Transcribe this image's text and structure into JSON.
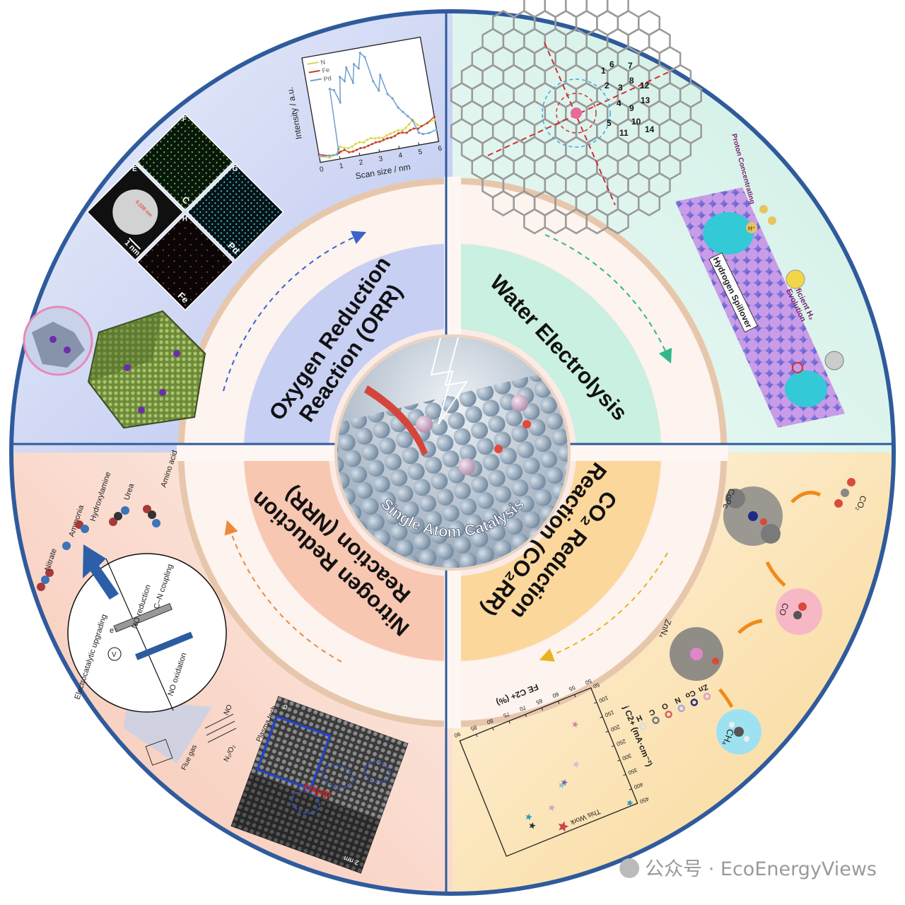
{
  "center": {
    "label": "Single Atom Catalysis"
  },
  "quadrants": {
    "orr": {
      "line1": "Oxygen Reduction",
      "line2": "Reaction (ORR)",
      "color": "#c7cff3"
    },
    "water": {
      "line1": "Water Electrolysis",
      "color": "#c9f0e0"
    },
    "nrr": {
      "line1": "Nitrogen Reduction",
      "line2": "Reaction (NRR)",
      "color": "#f8c7b1"
    },
    "co2rr": {
      "line1": "CO₂ Reduction",
      "line2": "Reaction (CO₂RR)",
      "color": "#fbd79c"
    }
  },
  "orr_panel": {
    "eds_labels": [
      "E",
      "F",
      "G",
      "H"
    ],
    "eds_elements": [
      "C",
      "Pd",
      "Fe"
    ],
    "scale_bar": "1 nm",
    "lattice_spacing": "0.228 nm"
  },
  "water_panel": {
    "site_numbers": [
      "1",
      "2",
      "3",
      "4",
      "5",
      "6",
      "7",
      "8",
      "9",
      "10",
      "11",
      "12",
      "13",
      "14"
    ],
    "proton_label": "Proton Concentrating",
    "spillover_label": "Hydrogen Spillover",
    "evolution_label_1": "Efficient H₂",
    "evolution_label_2": "Evolution",
    "proton_symbol": "H⁺"
  },
  "nrr_panel": {
    "products": [
      "Nitrate",
      "Ammonia",
      "Hydroxylamine",
      "Urea",
      "Amino acid"
    ],
    "circle_title": "Electrocatalytic upgrading",
    "no_reduction": "NO reduction",
    "cn_coupling": "C–N coupling",
    "no_oxidation": "NO oxidation",
    "electron": "e⁻",
    "voltmeter": "V",
    "flue_gas": "Flue gas",
    "plasma": "Plasma tech",
    "no_label": "NO",
    "n2o2_label": "N₂/O₂",
    "defect": "defect",
    "stem_scale": "2 nm",
    "stem_panel": "c"
  },
  "co2_panel": {
    "co2": "CO₂",
    "copc": "CoPc",
    "co": "CO",
    "znn4": "ZnN₄",
    "ch4": "CH₄",
    "legend": [
      "Zn",
      "Co",
      "N",
      "O",
      "C",
      "H"
    ],
    "legend_colors": [
      "#d9a0c8",
      "#2a2a7a",
      "#a8a8d8",
      "#d96060",
      "#777777",
      "#dddddd"
    ]
  },
  "chart_data": [
    {
      "type": "line",
      "title": "",
      "xlabel": "Scan size / nm",
      "ylabel": "Intensity / a.u.",
      "xlim": [
        0,
        6
      ],
      "ylim": [
        0,
        1.05
      ],
      "xticks": [
        "0",
        "1",
        "2",
        "3",
        "4",
        "5",
        "6"
      ],
      "x": [
        0,
        0.5,
        0.9,
        1.0,
        1.1,
        1.3,
        1.5,
        1.7,
        1.9,
        2.1,
        2.3,
        2.5,
        2.7,
        2.9,
        3.1,
        3.3,
        3.5,
        3.7,
        3.9,
        4.1,
        4.3,
        4.5,
        4.7,
        4.9,
        5.1,
        5.3,
        5.6,
        6.0
      ],
      "series": [
        {
          "name": "N",
          "color": "#d8d84a",
          "values": [
            0.06,
            0.03,
            0.05,
            0.08,
            0.12,
            0.1,
            0.09,
            0.1,
            0.12,
            0.13,
            0.12,
            0.14,
            0.15,
            0.14,
            0.14,
            0.13,
            0.15,
            0.16,
            0.17,
            0.18,
            0.17,
            0.19,
            0.22,
            0.26,
            0.2,
            0.18,
            0.2,
            0.22
          ]
        },
        {
          "name": "Fe",
          "color": "#c8402a",
          "values": [
            0.08,
            0.05,
            0.05,
            0.06,
            0.07,
            0.08,
            0.05,
            0.05,
            0.06,
            0.07,
            0.07,
            0.08,
            0.09,
            0.1,
            0.1,
            0.11,
            0.12,
            0.12,
            0.13,
            0.15,
            0.15,
            0.14,
            0.16,
            0.17,
            0.16,
            0.18,
            0.2,
            0.25
          ]
        },
        {
          "name": "Pd",
          "color": "#6f9fd0",
          "values": [
            0.06,
            0.05,
            0.05,
            0.1,
            0.7,
            0.68,
            0.55,
            0.8,
            0.75,
            0.88,
            0.72,
            0.9,
            0.85,
            1.0,
            0.95,
            0.7,
            0.6,
            0.75,
            0.55,
            0.5,
            0.4,
            0.35,
            0.3,
            0.25,
            0.12,
            0.1,
            0.1,
            0.12
          ]
        }
      ]
    },
    {
      "type": "scatter",
      "xlabel": "FE C2+ (%)",
      "ylabel": "j C2+ (mA·cm⁻²)",
      "xlim": [
        50,
        90
      ],
      "ylim": [
        50,
        450
      ],
      "xticks": [
        "50",
        "55",
        "60",
        "65",
        "70",
        "75",
        "80",
        "85",
        "90"
      ],
      "yticks": [
        "50",
        "100",
        "150",
        "200",
        "250",
        "300",
        "350",
        "400",
        "450"
      ],
      "points": [
        {
          "x": 72,
          "y": 430,
          "color": "#c9474a",
          "label": "This Work"
        },
        {
          "x": 58,
          "y": 140,
          "color": "#d88a9c"
        },
        {
          "x": 62,
          "y": 260,
          "color": "#c9c3cc"
        },
        {
          "x": 67,
          "y": 300,
          "color": "#7a6aa8"
        },
        {
          "x": 68,
          "y": 305,
          "color": "#8fc4d8"
        },
        {
          "x": 73,
          "y": 360,
          "color": "#d9a0b2"
        },
        {
          "x": 80,
          "y": 360,
          "color": "#2e9ab8"
        },
        {
          "x": 80,
          "y": 390,
          "color": "#333333"
        },
        {
          "x": 52,
          "y": 440,
          "color": "#2e9ab8"
        }
      ]
    }
  ],
  "watermark": "公众号 · EcoEnergyViews"
}
